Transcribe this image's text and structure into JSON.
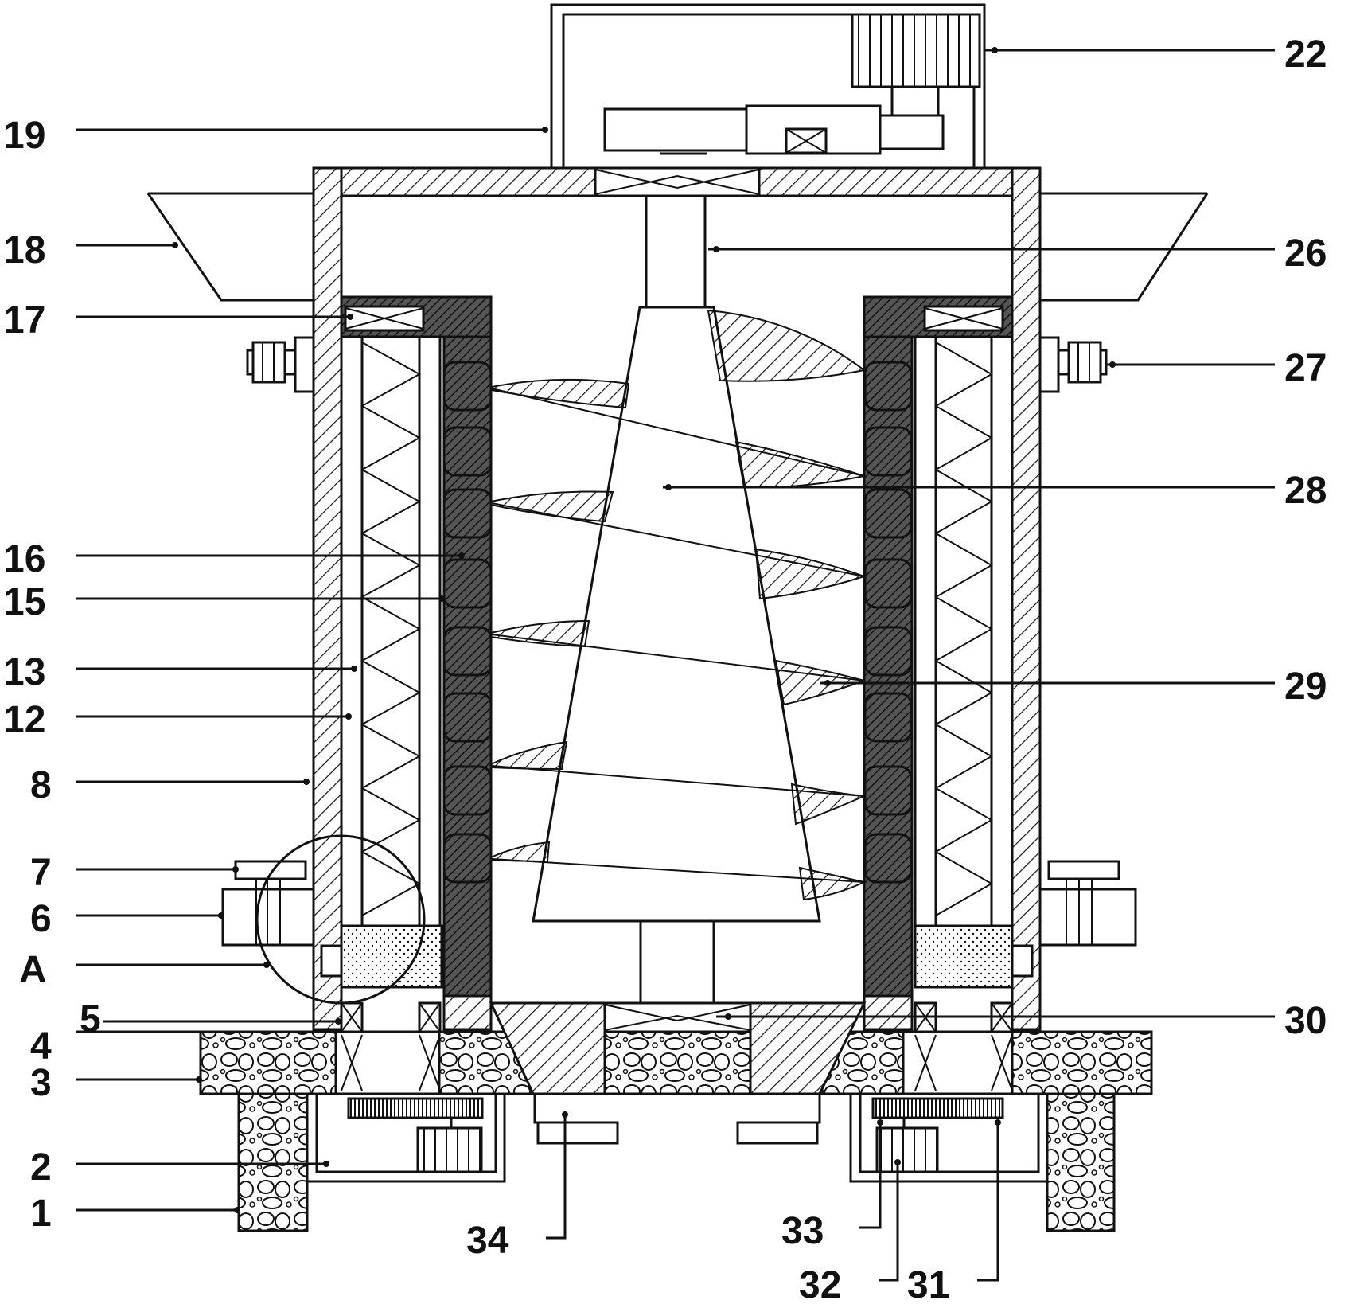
{
  "figure": {
    "labels_left": [
      {
        "text": "19",
        "name": "label-19"
      },
      {
        "text": "18",
        "name": "label-18"
      },
      {
        "text": "17",
        "name": "label-17"
      },
      {
        "text": "16",
        "name": "label-16"
      },
      {
        "text": "15",
        "name": "label-15"
      },
      {
        "text": "13",
        "name": "label-13"
      },
      {
        "text": "12",
        "name": "label-12"
      },
      {
        "text": "8",
        "name": "label-8"
      },
      {
        "text": "7",
        "name": "label-7"
      },
      {
        "text": "6",
        "name": "label-6"
      },
      {
        "text": "A",
        "name": "label-A"
      },
      {
        "text": "5",
        "name": "label-5"
      },
      {
        "text": "4",
        "name": "label-4"
      },
      {
        "text": "3",
        "name": "label-3"
      },
      {
        "text": "2",
        "name": "label-2"
      },
      {
        "text": "1",
        "name": "label-1"
      }
    ],
    "labels_right": [
      {
        "text": "22",
        "name": "label-22"
      },
      {
        "text": "26",
        "name": "label-26"
      },
      {
        "text": "27",
        "name": "label-27"
      },
      {
        "text": "28",
        "name": "label-28"
      },
      {
        "text": "29",
        "name": "label-29"
      },
      {
        "text": "30",
        "name": "label-30"
      }
    ],
    "labels_bottom": [
      {
        "text": "34",
        "name": "label-34"
      },
      {
        "text": "33",
        "name": "label-33"
      },
      {
        "text": "32",
        "name": "label-32"
      },
      {
        "text": "31",
        "name": "label-31"
      }
    ]
  }
}
